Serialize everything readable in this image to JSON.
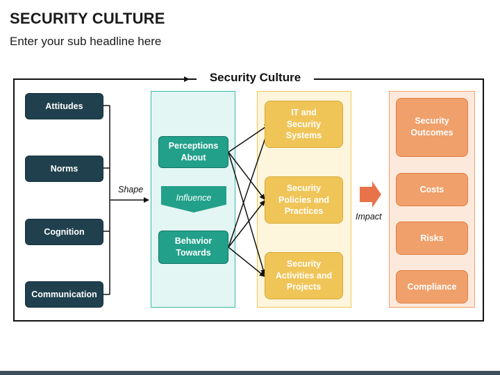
{
  "header": {
    "title": "SECURITY CULTURE",
    "subtitle": "Enter your sub headline here"
  },
  "diagram": {
    "frame_title": "Security Culture",
    "inputs": [
      "Attitudes",
      "Norms",
      "Cognition",
      "Communication"
    ],
    "shape_label": "Shape",
    "perceptions": "Perceptions About",
    "influence": "Influence",
    "behavior": "Behavior Towards",
    "targets": [
      "IT and Security Systems",
      "Security Policies and Practices",
      "Security Activities and Projects"
    ],
    "impact_label": "Impact",
    "outcomes": [
      "Security Outcomes",
      "Costs",
      "Risks",
      "Compliance"
    ]
  },
  "colors": {
    "dark": "#21404d",
    "teal": "#22a08a",
    "yellow": "#f0c558",
    "orange": "#f0a06a",
    "arrow_orange": "#e8734a"
  }
}
